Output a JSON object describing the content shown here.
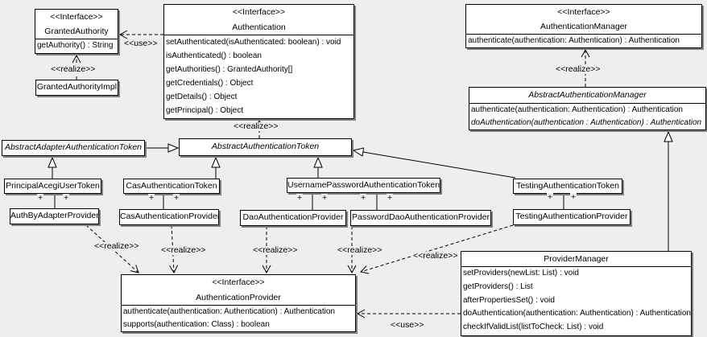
{
  "diagram": {
    "colors": {
      "background": "#eeeeee",
      "box_fill": "#ffffff",
      "line": "#000000",
      "shadow": "#7f7f7f"
    },
    "classes": [
      {
        "id": "granted-authority",
        "stereotype": "<<Interface>>",
        "name": "GrantedAuthority",
        "abstract": false,
        "methods": [
          "getAuthority() : String"
        ]
      },
      {
        "id": "granted-authority-impl",
        "name": "GrantedAuthorityImpl",
        "abstract": false,
        "methods": []
      },
      {
        "id": "authentication",
        "stereotype": "<<Interface>>",
        "name": "Authentication",
        "abstract": false,
        "methods": [
          "setAuthenticated(isAuthenticated: boolean) : void",
          "isAuthenticated() : boolean",
          "getAuthorities() : GrantedAuthority[]",
          "getCredentials() : Object",
          "getDetails() : Object",
          "getPrincipal() : Object"
        ]
      },
      {
        "id": "authentication-manager",
        "stereotype": "<<Interface>>",
        "name": "AuthenticationManager",
        "abstract": false,
        "methods": [
          "authenticate(authentication: Authentication) : Authentication"
        ]
      },
      {
        "id": "abstract-authentication-manager",
        "name": "AbstractAuthenticationManager",
        "abstract": true,
        "methods": [
          "authenticate(authentication: Authentication) : Authentication",
          {
            "text": "doAuthentication(authentication : Authentication) : Authentication",
            "abstract": true
          }
        ]
      },
      {
        "id": "abstract-adapter-authentication-token",
        "name": "AbstractAdapterAuthenticationToken",
        "abstract": true,
        "methods": []
      },
      {
        "id": "abstract-authentication-token",
        "name": "AbstractAuthenticationToken",
        "abstract": true,
        "methods": []
      },
      {
        "id": "principal-acegi-user-token",
        "name": "PrincipalAcegiUserToken",
        "abstract": false,
        "methods": []
      },
      {
        "id": "cas-authentication-token",
        "name": "CasAuthenticationToken",
        "abstract": false,
        "methods": []
      },
      {
        "id": "username-password-authentication-token",
        "name": "UsernamePasswordAuthenticationToken",
        "abstract": false,
        "methods": []
      },
      {
        "id": "testing-authentication-token",
        "name": "TestingAuthenticationToken",
        "abstract": false,
        "methods": []
      },
      {
        "id": "auth-by-adapter-provider",
        "name": "AuthByAdapterProvider",
        "abstract": false,
        "methods": []
      },
      {
        "id": "cas-authentication-provider",
        "name": "CasAuthenticationProvider",
        "abstract": false,
        "methods": []
      },
      {
        "id": "dao-authentication-provider",
        "name": "DaoAuthenticationProvider",
        "abstract": false,
        "methods": []
      },
      {
        "id": "password-dao-authentication-provider",
        "name": "PasswordDaoAuthenticationProvider",
        "abstract": false,
        "methods": []
      },
      {
        "id": "testing-authentication-provider",
        "name": "TestingAuthenticationProvider",
        "abstract": false,
        "methods": []
      },
      {
        "id": "authentication-provider",
        "stereotype": "<<Interface>>",
        "name": "AuthenticationProvider",
        "abstract": false,
        "methods": [
          "authenticate(authentication: Authentication) : Authentication",
          "supports(authentication: Class) : boolean"
        ]
      },
      {
        "id": "provider-manager",
        "name": "ProviderManager",
        "abstract": false,
        "methods": [
          "setProviders(newList: List) : void",
          "getProviders() : List",
          "afterPropertiesSet() : void",
          "doAuthentication(authentication: Authentication) : Authentication",
          "checkIfValidList(listToCheck: List) : void"
        ]
      }
    ],
    "labels": [
      {
        "id": "use-granted-authority",
        "text": "<<use>>"
      },
      {
        "id": "realize-granted-authority-impl",
        "text": "<<realize>>"
      },
      {
        "id": "realize-abstract-authentication-token",
        "text": "<<realize>>"
      },
      {
        "id": "realize-abstract-authentication-manager",
        "text": "<<realize>>"
      },
      {
        "id": "realize-auth-by-adapter-provider",
        "text": "<<realize>>"
      },
      {
        "id": "realize-cas-authentication-provider",
        "text": "<<realize>>"
      },
      {
        "id": "realize-dao-authentication-provider",
        "text": "<<realize>>"
      },
      {
        "id": "realize-password-dao-authentication-provider",
        "text": "<<realize>>"
      },
      {
        "id": "realize-testing-authentication-provider",
        "text": "<<realize>>"
      },
      {
        "id": "use-provider-manager",
        "text": "<<use>>"
      },
      {
        "id": "plus-1",
        "text": "+"
      },
      {
        "id": "plus-2",
        "text": "+"
      },
      {
        "id": "plus-3",
        "text": "+"
      },
      {
        "id": "plus-4",
        "text": "+"
      },
      {
        "id": "plus-5",
        "text": "+"
      },
      {
        "id": "plus-6",
        "text": "+"
      },
      {
        "id": "plus-7",
        "text": "+"
      },
      {
        "id": "plus-8",
        "text": "+"
      },
      {
        "id": "plus-9",
        "text": "+"
      },
      {
        "id": "plus-10",
        "text": "+"
      }
    ]
  }
}
